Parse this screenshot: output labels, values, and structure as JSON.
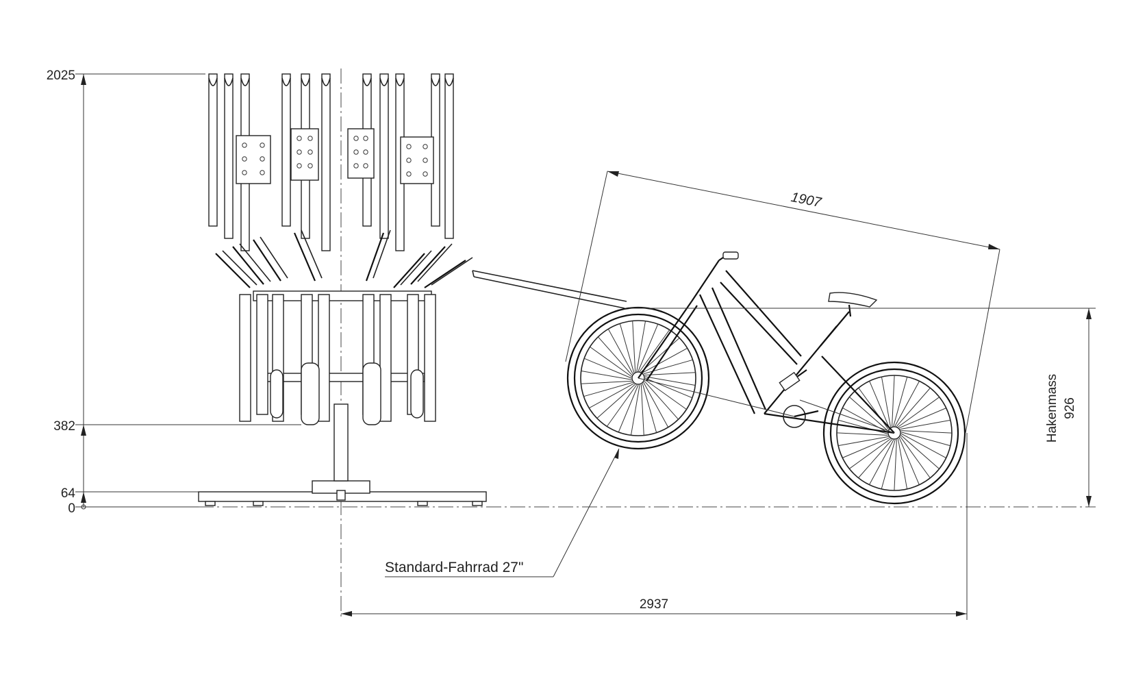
{
  "dimensions": {
    "height_levels": [
      {
        "label": "2025",
        "value": 2025
      },
      {
        "label": "382",
        "value": 382
      },
      {
        "label": "64",
        "value": 64
      },
      {
        "label": "0",
        "value": 0
      }
    ],
    "bike_length": "1907",
    "depth_total": "2937",
    "hook_height_label": "Hakenmass",
    "hook_height_value": "926"
  },
  "annotation": {
    "bike_callout": "Standard-Fahrrad 27\""
  },
  "colors": {
    "line": "#222222",
    "background": "#ffffff"
  }
}
